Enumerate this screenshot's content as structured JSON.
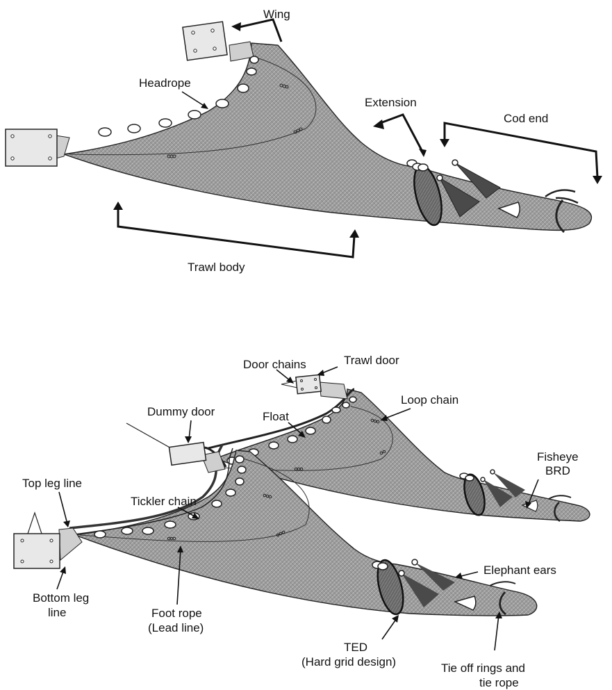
{
  "diagram": {
    "top_labels": {
      "wing": "Wing",
      "headrope": "Headrope",
      "extension": "Extension",
      "cod_end": "Cod end",
      "trawl_body": "Trawl body"
    },
    "bottom_labels": {
      "door_chains": "Door chains",
      "trawl_door": "Trawl door",
      "dummy_door": "Dummy door",
      "loop_chain": "Loop chain",
      "float": "Float",
      "fisheye_1": "Fisheye",
      "fisheye_2": "BRD",
      "top_leg_line": "Top leg line",
      "tickler_chain": "Tickler chain",
      "elephant_ears": "Elephant  ears",
      "bottom_leg_line_1": "Bottom leg",
      "bottom_leg_line_2": "line",
      "foot_rope_1": "Foot rope",
      "foot_rope_2": "(Lead line)",
      "ted_1": "TED",
      "ted_2": "(Hard grid design)",
      "tie_off_1": "Tie off rings and",
      "tie_off_2": "tie rope"
    }
  }
}
